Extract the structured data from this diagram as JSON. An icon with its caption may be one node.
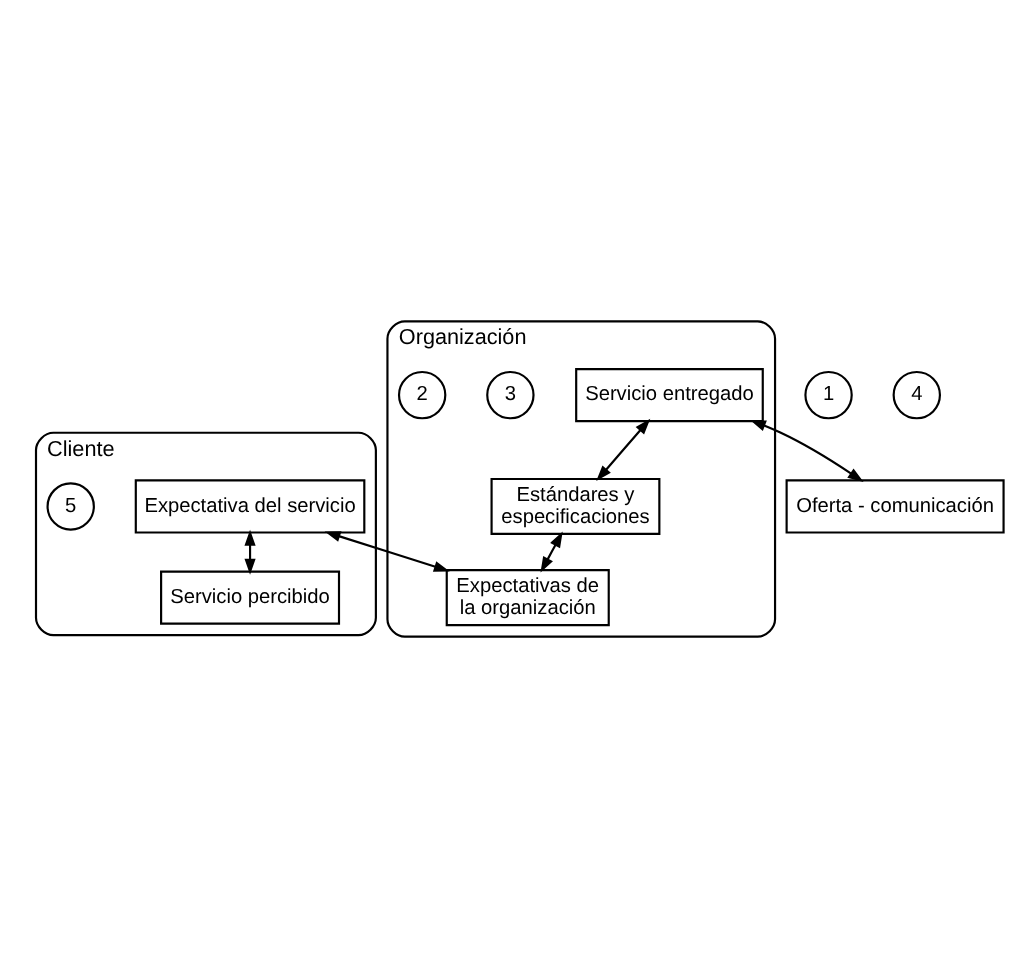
{
  "diagram": {
    "nodes": [
      {
        "text": [
          "Cliente"
        ]
      },
      {
        "text": [
          "Expectativa del servicio"
        ],
        "in": 0
      },
      {
        "text": [
          "5"
        ],
        "in": 0
      },
      {
        "text": [
          "Servicio percibido"
        ],
        "in": 0
      },
      {
        "text": [
          "Oferta - comunicación"
        ]
      },
      {
        "text": [
          "1"
        ]
      },
      {
        "text": [
          "4"
        ]
      },
      {
        "text": [
          "Organización"
        ]
      },
      {
        "text": [
          "Servicio entregado"
        ],
        "in": 7
      },
      {
        "text": [
          "3"
        ],
        "in": 7
      },
      {
        "text": [
          "Estándares y especificaciones"
        ],
        "in": 7
      },
      {
        "text": [
          "2"
        ],
        "in": 7
      },
      {
        "text": [
          "Expectativas de la organización"
        ],
        "in": 7
      }
    ],
    "edges": [
      {
        "from": 1,
        "to": 12,
        "arrow": "both"
      },
      {
        "from": 1,
        "to": 3,
        "arrow": "both"
      },
      {
        "from": 8,
        "to": 4,
        "arrow": "both"
      },
      {
        "from": 8,
        "to": 10,
        "arrow": "both"
      },
      {
        "from": 10,
        "to": 12,
        "arrow": "both"
      }
    ]
  }
}
